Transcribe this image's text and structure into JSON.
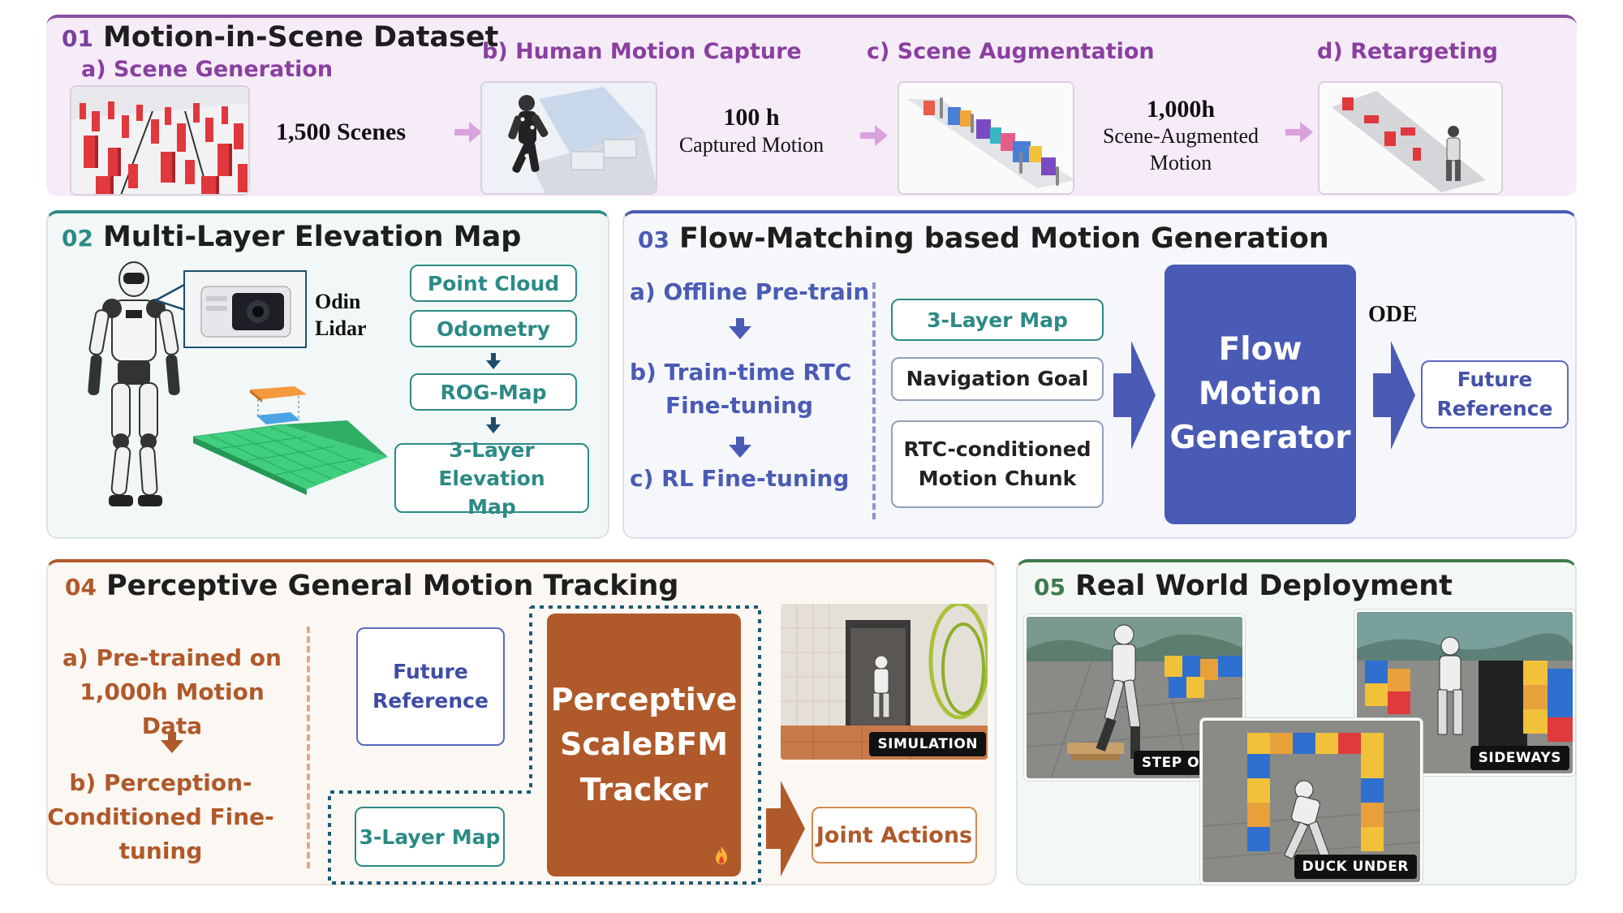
{
  "panel01": {
    "num": "01",
    "title": "Motion-in-Scene Dataset",
    "sub_a": "a)  Scene Generation",
    "sub_b": "b)  Human Motion Capture",
    "sub_c": "c)  Scene Augmentation",
    "sub_d": "d)  Retargeting",
    "scenes_text": "1,500 Scenes",
    "mocap_value": "100 h",
    "mocap_label": "Captured Motion",
    "aug_value": "1,000h",
    "aug_label_1": "Scene-Augmented",
    "aug_label_2": "Motion"
  },
  "panel02": {
    "num": "02",
    "title": "Multi-Layer Elevation Map",
    "lidar_1": "Odin",
    "lidar_2": "Lidar",
    "box_point_cloud": "Point Cloud",
    "box_odometry": "Odometry",
    "box_rog_map": "ROG-Map",
    "box_elev_1": "3-Layer Elevation",
    "box_elev_2": "Map"
  },
  "panel03": {
    "num": "03",
    "title": "Flow-Matching based Motion Generation",
    "step_a": "a)  Offline Pre-train",
    "step_b_1": "b)  Train-time RTC",
    "step_b_2": "Fine-tuning",
    "step_c": "c)  RL Fine-tuning",
    "in_map": "3-Layer Map",
    "in_goal": "Navigation Goal",
    "in_rtc_1": "RTC-conditioned",
    "in_rtc_2": "Motion Chunk",
    "gen_1": "Flow",
    "gen_2": "Motion",
    "gen_3": "Generator",
    "ode": "ODE",
    "out_1": "Future",
    "out_2": "Reference"
  },
  "panel04": {
    "num": "04",
    "title": "Perceptive General Motion Tracking",
    "step_a_1": "a)  Pre-trained on",
    "step_a_2": "1,000h Motion Data",
    "step_b_1": "b)  Perception-",
    "step_b_2": "Conditioned Fine-",
    "step_b_3": "tuning",
    "in_ref_1": "Future",
    "in_ref_2": "Reference",
    "in_map": "3-Layer Map",
    "tracker_1": "Perceptive",
    "tracker_2": "ScaleBFM",
    "tracker_3": "Tracker",
    "sim_tag": "SIMULATION",
    "out": "Joint Actions"
  },
  "panel05": {
    "num": "05",
    "title": "Real World Deployment",
    "tag_step": "STEP OVER",
    "tag_side": "SIDEWAYS",
    "tag_duck": "DUCK UNDER"
  },
  "colors": {
    "p01": "#7a3f9c",
    "p02": "#2c8a86",
    "p03": "#4a5bb5",
    "p04": "#b0592a",
    "p05": "#3e7a50",
    "arrow_pink": "#d9a2dc"
  }
}
